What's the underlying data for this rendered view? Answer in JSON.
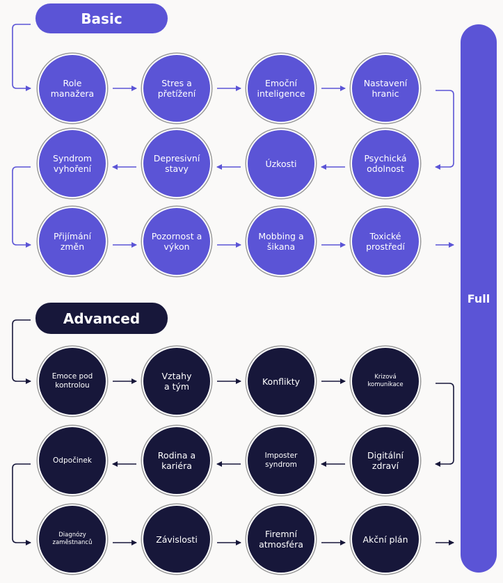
{
  "labels": {
    "basic": "Basic",
    "advanced": "Advanced",
    "full": "Full"
  },
  "colors": {
    "basic_node": "#5b54d6",
    "advanced_node": "#17173a",
    "arrow_basic": "#5b54d6",
    "arrow_advanced": "#17173a"
  },
  "basic_rows": [
    [
      "Role\nmanažera",
      "Stres a\npřetížení",
      "Emoční\ninteligence",
      "Nastavení\nhranic"
    ],
    [
      "Syndrom\nvyhoření",
      "Depresivní\nstavy",
      "Úzkosti",
      "Psychická\nodolnost"
    ],
    [
      "Přijímání\nzměn",
      "Pozornost a\nvýkon",
      "Mobbing a\nšikana",
      "Toxické\nprostředí"
    ]
  ],
  "advanced_rows": [
    [
      "Emoce pod\nkontrolou",
      "Vztahy\na tým",
      "Konflikty",
      "Krizová\nkomunikace"
    ],
    [
      "Odpočinek",
      "Rodina a\nkariéra",
      "Imposter\nsyndrom",
      "Digitální\nzdraví"
    ],
    [
      "Diagnózy\nzaměstnanců",
      "Závislosti",
      "Firemní\natmosféra",
      "Akční plán"
    ]
  ]
}
